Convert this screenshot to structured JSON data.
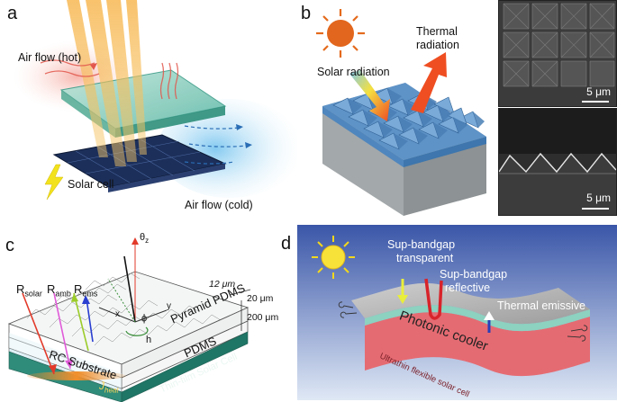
{
  "panels": {
    "a": {
      "label": "a",
      "air_hot": "Air flow (hot)",
      "solar_cell": "Solar cell",
      "air_cold": "Air flow (cold)"
    },
    "b": {
      "label": "b",
      "solar_radiation": "Solar radiation",
      "thermal_radiation_1": "Thermal",
      "thermal_radiation_2": "radiation",
      "scale_top": "5 μm",
      "scale_bottom": "5 μm"
    },
    "c": {
      "label": "c",
      "r_solar_main": "R",
      "r_solar_sub": "solar",
      "r_amb_main": "R",
      "r_amb_sub": "amb",
      "r_ems_main": "R",
      "r_ems_sub": "ems",
      "theta": "θ",
      "theta_sub": "z",
      "x": "x",
      "y": "y",
      "phi": "ϕ",
      "h": "h",
      "dim_12": "12 μm",
      "dim_20": "20 μm",
      "dim_200": "200 μm",
      "pyramid": "Pyramid PDMS",
      "pdms": "PDMS",
      "rc_substrate": "RC Substrate",
      "thin_film": "Thin-film Solar Cell",
      "j_main": "J",
      "j_sub": "heat"
    },
    "d": {
      "label": "d",
      "sup_transparent_1": "Sup-bandgap",
      "sup_transparent_2": "transparent",
      "sup_reflective_1": "Sup-bandgap",
      "sup_reflective_2": "reflective",
      "thermal_emissive": "Thermal emissive",
      "photonic_cooler": "Photonic cooler",
      "ultrathin": "Ultrathin flexible solar cell"
    }
  }
}
